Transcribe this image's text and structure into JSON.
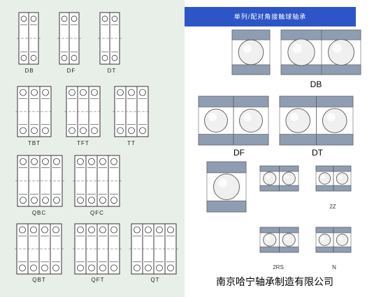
{
  "left_labels": {
    "db": "DB",
    "df": "DF",
    "dt": "DT",
    "tbt": "TBT",
    "tft": "TFT",
    "tt": "TT",
    "qbc": "QBC",
    "qfc": "QFC",
    "qbt": "QBT",
    "qft": "QFT",
    "qt": "QT"
  },
  "right": {
    "banner": "单列/配对角接触球轴承",
    "labels": {
      "db": "DB",
      "df": "DF",
      "dt": "DT",
      "z2": "2Z",
      "rs2": "2RS",
      "n": "N"
    },
    "company": "南京哈宁轴承制造有限公司"
  },
  "colors": {
    "left_bg": "#e8efe8",
    "banner_bg": "#2d55c8",
    "ring_fill": "#8f9db3",
    "ball_fill": "#f0f0f0"
  }
}
